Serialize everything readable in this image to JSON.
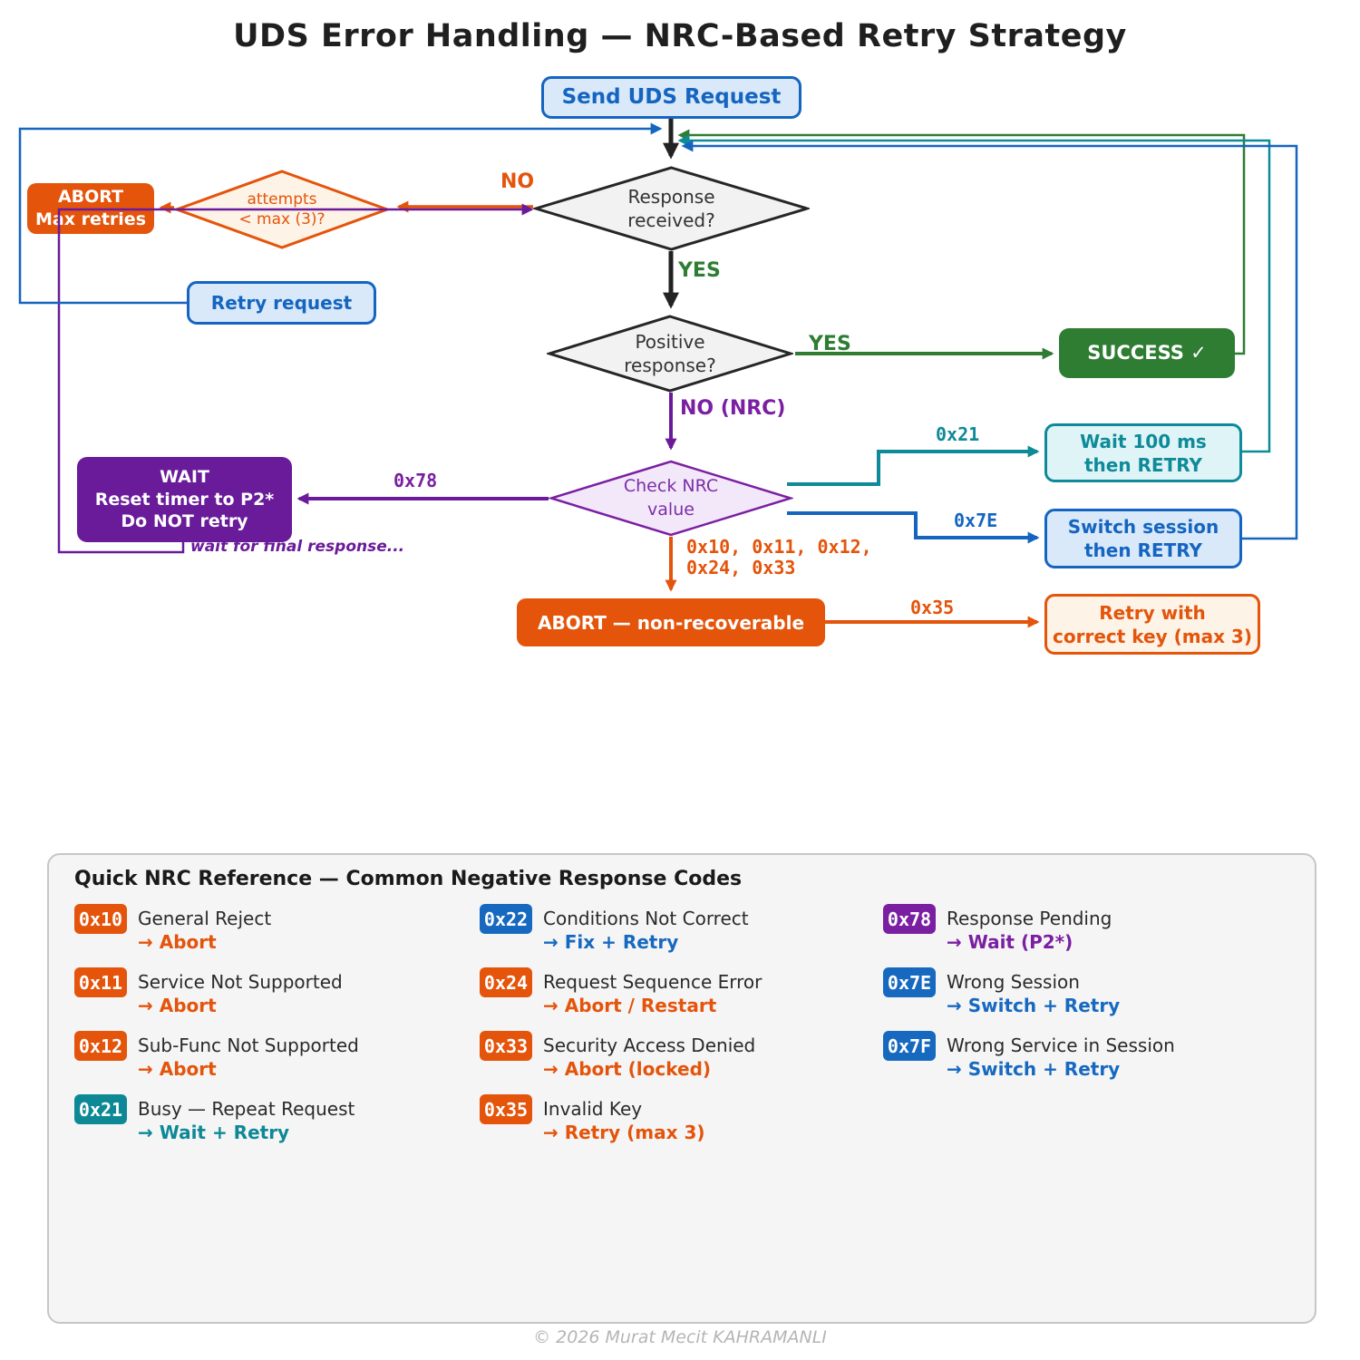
{
  "title": "UDS Error Handling — NRC-Based Retry Strategy",
  "flow": {
    "send_request": "Send UDS Request",
    "response_received": "Response\nreceived?",
    "attempts": "attempts\n< max (3)?",
    "abort_max": "ABORT\nMax retries",
    "retry_request": "Retry request",
    "positive_response": "Positive\nresponse?",
    "success": "SUCCESS ✓",
    "check_nrc": "Check NRC\nvalue",
    "wait_box": "WAIT\nReset timer to P2*\nDo NOT retry",
    "wait_note": "wait for final response...",
    "wait_retry": "Wait 100 ms\nthen RETRY",
    "switch_session": "Switch session\nthen RETRY",
    "abort_nonrecoverable": "ABORT — non-recoverable",
    "retry_key": "Retry with\ncorrect key (max 3)"
  },
  "edges": {
    "no": "NO",
    "yes_received": "YES",
    "yes_positive": "YES",
    "no_nrc": "NO (NRC)",
    "nrc_78": "0x78",
    "nrc_21": "0x21",
    "nrc_7e": "0x7E",
    "nrc_35": "0x35",
    "abort_codes": "0x10, 0x11, 0x12,\n0x24, 0x33"
  },
  "colors": {
    "blue": "#1565c0",
    "orange": "#e4540b",
    "teal": "#0e8a99",
    "green": "#2e7d32",
    "purple": "#7b1fa2",
    "purple_dark": "#6a1b9a"
  },
  "reference": {
    "title": "Quick NRC Reference — Common Negative Response Codes",
    "items": [
      {
        "code": "0x10",
        "name": "General Reject",
        "action": "→ Abort",
        "badge_color": "#e4540b",
        "action_color": "#e4540b"
      },
      {
        "code": "0x11",
        "name": "Service Not Supported",
        "action": "→ Abort",
        "badge_color": "#e4540b",
        "action_color": "#e4540b"
      },
      {
        "code": "0x12",
        "name": "Sub-Func Not Supported",
        "action": "→ Abort",
        "badge_color": "#e4540b",
        "action_color": "#e4540b"
      },
      {
        "code": "0x21",
        "name": "Busy — Repeat Request",
        "action": "→ Wait + Retry",
        "badge_color": "#0d8996",
        "action_color": "#0d8996"
      },
      {
        "code": "0x22",
        "name": "Conditions Not Correct",
        "action": "→ Fix + Retry",
        "badge_color": "#1769c0",
        "action_color": "#1769c0"
      },
      {
        "code": "0x24",
        "name": "Request Sequence Error",
        "action": "→ Abort / Restart",
        "badge_color": "#e4540b",
        "action_color": "#e4540b"
      },
      {
        "code": "0x33",
        "name": "Security Access Denied",
        "action": "→ Abort (locked)",
        "badge_color": "#e4540b",
        "action_color": "#e4540b"
      },
      {
        "code": "0x35",
        "name": "Invalid Key",
        "action": "→ Retry (max 3)",
        "badge_color": "#e4540b",
        "action_color": "#e4540b"
      },
      {
        "code": "0x78",
        "name": "Response Pending",
        "action": "→ Wait (P2*)",
        "badge_color": "#7b1fa2",
        "action_color": "#7b1fa2"
      },
      {
        "code": "0x7E",
        "name": "Wrong Session",
        "action": "→ Switch + Retry",
        "badge_color": "#1769c0",
        "action_color": "#1769c0"
      },
      {
        "code": "0x7F",
        "name": "Wrong Service in Session",
        "action": "→ Switch + Retry",
        "badge_color": "#1769c0",
        "action_color": "#1769c0"
      }
    ]
  },
  "footer": "© 2026 Murat Mecit KAHRAMANLI"
}
